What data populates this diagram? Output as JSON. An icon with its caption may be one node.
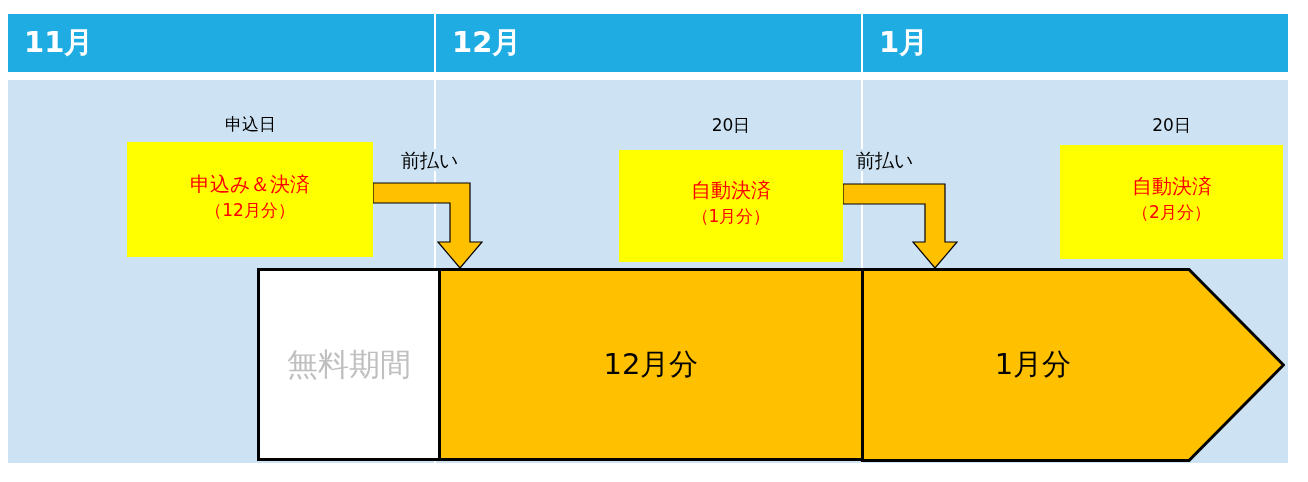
{
  "diagram": {
    "nodes": [
      {
        "text": [
          "11月"
        ]
      },
      {
        "text": [
          "12月"
        ]
      },
      {
        "text": [
          "1月"
        ]
      },
      {
        "text": [
          "申込み＆決済",
          "（12月分）"
        ],
        "beside": [
          "申込日"
        ]
      },
      {
        "text": [
          "自動決済",
          "（1月分）"
        ],
        "beside": [
          "20日"
        ]
      },
      {
        "text": [
          "自動決済",
          "（2月分）"
        ],
        "beside": [
          "20日"
        ]
      },
      {
        "text": [
          "無料期間"
        ]
      },
      {
        "text": [
          "12月分"
        ]
      },
      {
        "text": [
          "1月分"
        ]
      }
    ],
    "edges": [
      {
        "from": 3,
        "to": 7,
        "arrow": "to",
        "label": "前払い",
        "style": "thick"
      },
      {
        "from": 4,
        "to": 8,
        "arrow": "to",
        "label": "前払い",
        "style": "thick"
      }
    ]
  }
}
